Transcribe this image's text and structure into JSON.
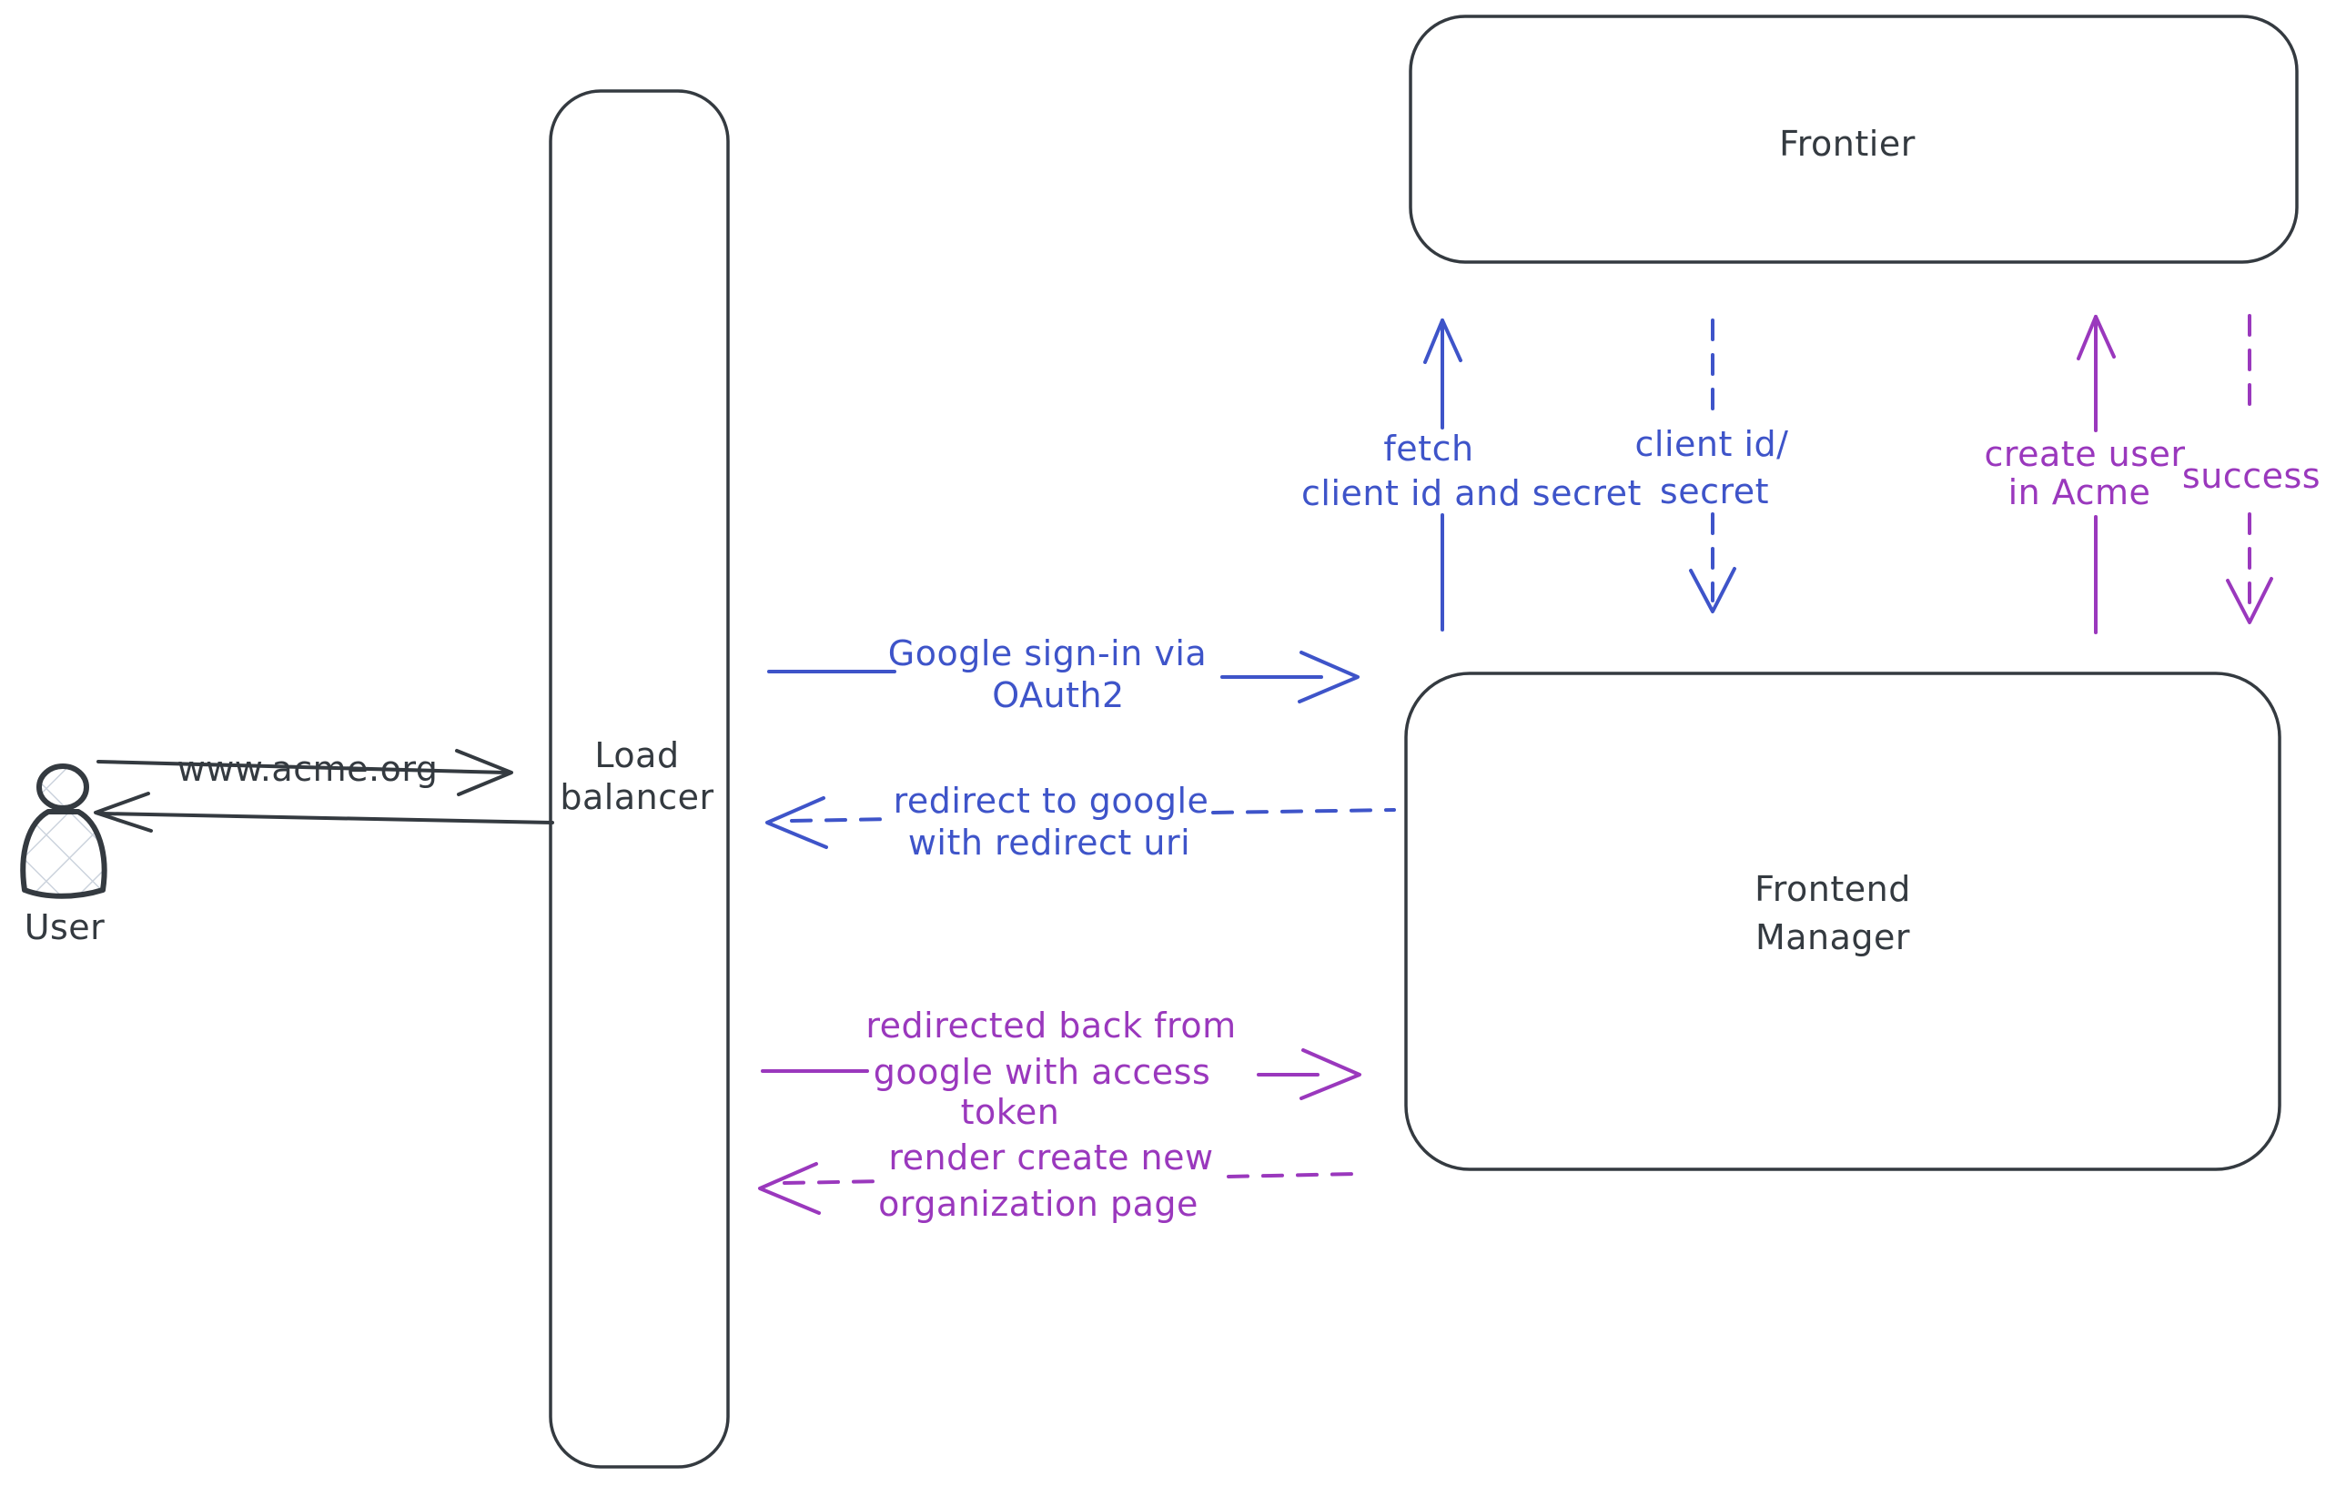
{
  "colors": {
    "ink": "#343a40",
    "blue": "#3e54c9",
    "purple": "#9a38bd",
    "hatch": "#ccd3dd",
    "background": "#ffffff"
  },
  "actors": {
    "user": {
      "label": "User"
    },
    "load_balancer": {
      "label_lines": [
        "Load",
        "balancer"
      ]
    },
    "frontier": {
      "label": "Frontier"
    },
    "frontend_manager": {
      "label_lines": [
        "Frontend",
        "Manager"
      ]
    }
  },
  "messages": {
    "www_acme": {
      "lines": [
        "www.acme.org"
      ]
    },
    "google_signin": {
      "lines": [
        "Google sign-in via",
        "OAuth2"
      ]
    },
    "redirect_google": {
      "lines": [
        "redirect to google",
        "with redirect uri"
      ]
    },
    "redirected_back": {
      "lines": [
        "redirected back from",
        "google with access",
        "token"
      ]
    },
    "render_page": {
      "lines": [
        "render create new",
        "organization page"
      ]
    },
    "fetch_secret": {
      "lines": [
        "fetch",
        "client id and secret"
      ]
    },
    "client_id_secret": {
      "lines": [
        "client id/",
        "secret"
      ]
    },
    "create_user": {
      "lines": [
        "create user",
        "in Acme"
      ]
    },
    "success": {
      "lines": [
        "success"
      ]
    }
  }
}
